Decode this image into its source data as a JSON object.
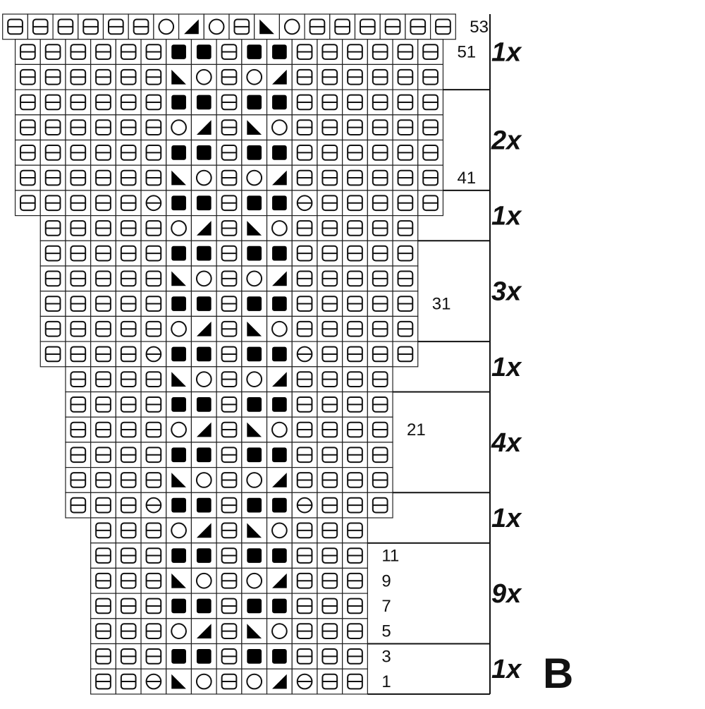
{
  "chart_label": "B",
  "symbols": {
    "K": "rounded-square-with-line",
    "B": "filled-square",
    "O": "circle",
    "L": "left-triangle",
    "R": "right-triangle",
    "M": "circle-with-line"
  },
  "rows": [
    "KKKKKKOROKLOKKKKKK",
    "KKKKKKBBKBBKKKKKK",
    "KKKKKKLOKORKKKKKK",
    "KKKKKKBBKBBKKKKKK",
    "KKKKKKORKLOKKKKKK",
    "KKKKKKBBKBBKKKKKK",
    "KKKKKKLOKORKKKKKK",
    "KKKKKMBBKBBMKKKKK",
    "KKKKKORKLOKKKKK",
    "KKKKKBBKBBKKKKK",
    "KKKKKLOKORKKKKK",
    "KKKKKBBKBBKKKKK",
    "KKKKKORKLOKKKKK",
    "KKKKMBBKBBMKKKK",
    "KKKKLOKORKKKK",
    "KKKKBBKBBKKKK",
    "KKKKORKLOKKKK",
    "KKKKBBKBBKKKK",
    "KKKKLOKORKKKK",
    "KKKMBBKBBMKKK",
    "KKKORKLOKKK",
    "KKKBBKBBKKK",
    "KKKLOKORKKK",
    "KKKBBKBBKKK",
    "KKKORKLOKKK",
    "KKKBBKBBKKK",
    "KKMLOKORMKK"
  ],
  "row_numbers": [
    {
      "label": "53",
      "row": 0
    },
    {
      "label": "51",
      "row": 1
    },
    {
      "label": "41",
      "row": 6
    },
    {
      "label": "31",
      "row": 11
    },
    {
      "label": "21",
      "row": 16
    },
    {
      "label": "11",
      "row": 21
    },
    {
      "label": "9",
      "row": 22
    },
    {
      "label": "7",
      "row": 23
    },
    {
      "label": "5",
      "row": 24
    },
    {
      "label": "3",
      "row": 25
    },
    {
      "label": "1",
      "row": 26
    }
  ],
  "repeats": [
    {
      "label": "1x",
      "from": 0,
      "to": 2
    },
    {
      "label": "2x",
      "from": 3,
      "to": 6
    },
    {
      "label": "1x",
      "from": 7,
      "to": 8
    },
    {
      "label": "3x",
      "from": 9,
      "to": 12
    },
    {
      "label": "1x",
      "from": 13,
      "to": 14
    },
    {
      "label": "4x",
      "from": 15,
      "to": 18
    },
    {
      "label": "1x",
      "from": 19,
      "to": 20
    },
    {
      "label": "9x",
      "from": 21,
      "to": 24
    },
    {
      "label": "1x",
      "from": 25,
      "to": 26
    }
  ]
}
